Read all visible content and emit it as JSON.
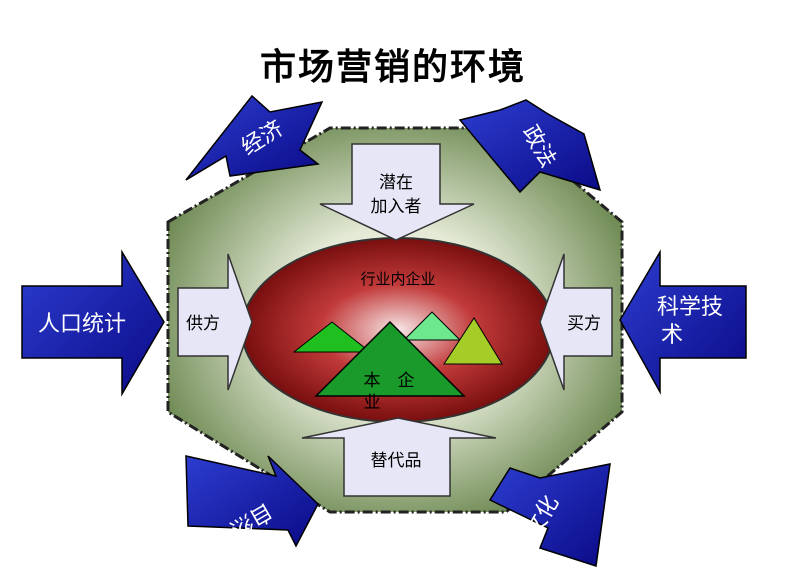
{
  "title": "市场营销的环境",
  "outer_forces": {
    "economy": "经济",
    "politics_law": "政法",
    "demographics": "人口统计",
    "technology": "科学技术",
    "nature": "自然",
    "culture": "文化"
  },
  "industry_forces": {
    "new_entrants_line1": "潜在",
    "new_entrants_line2": "加入者",
    "suppliers": "供方",
    "buyers": "买方",
    "substitutes": "替代品"
  },
  "core": {
    "industry_label": "行业内企业",
    "company_chars": [
      "本",
      "企",
      "业"
    ]
  },
  "colors": {
    "outer_arrow": "#1a1aa0",
    "inner_arrow": "#e0e0f4",
    "ellipse": "#8a0b0b",
    "hexagon": "#8fa870"
  }
}
